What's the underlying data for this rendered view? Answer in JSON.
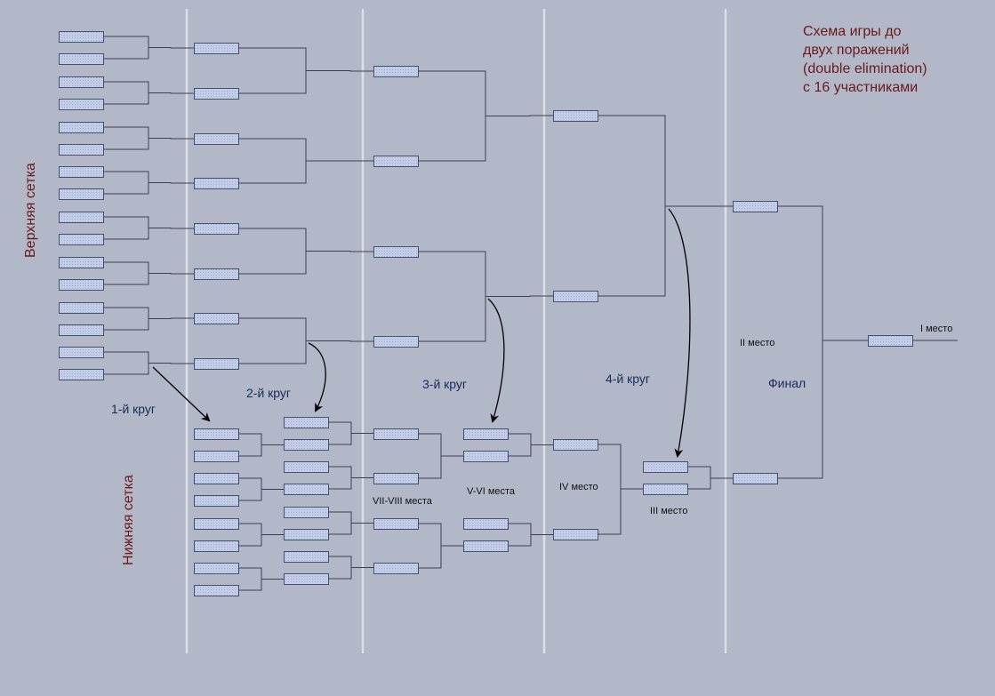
{
  "title": {
    "line1": "Схема игры до",
    "line2": "двух поражений",
    "line3": "(double elimination)",
    "line4": "с 16 участниками"
  },
  "sections": {
    "upper": "Верхняя сетка",
    "lower": "Нижняя сетка"
  },
  "rounds": {
    "r1": "1-й круг",
    "r2": "2-й круг",
    "r3": "3-й круг",
    "r4": "4-й круг",
    "final": "Финал"
  },
  "places": {
    "first": "I место",
    "second": "II место",
    "third": "III место",
    "fourth": "IV место",
    "fifth_sixth": "V-VI места",
    "seventh_eighth": "VII-VIII места"
  },
  "participants": 16,
  "colors": {
    "background": "#b3b8c8",
    "slot_fill": "#c4cde8",
    "slot_border": "#44506e",
    "line": "#3c4050",
    "divider": "#dcdfe8",
    "title": "#6a1a1a",
    "round_label": "#1a2a55"
  }
}
